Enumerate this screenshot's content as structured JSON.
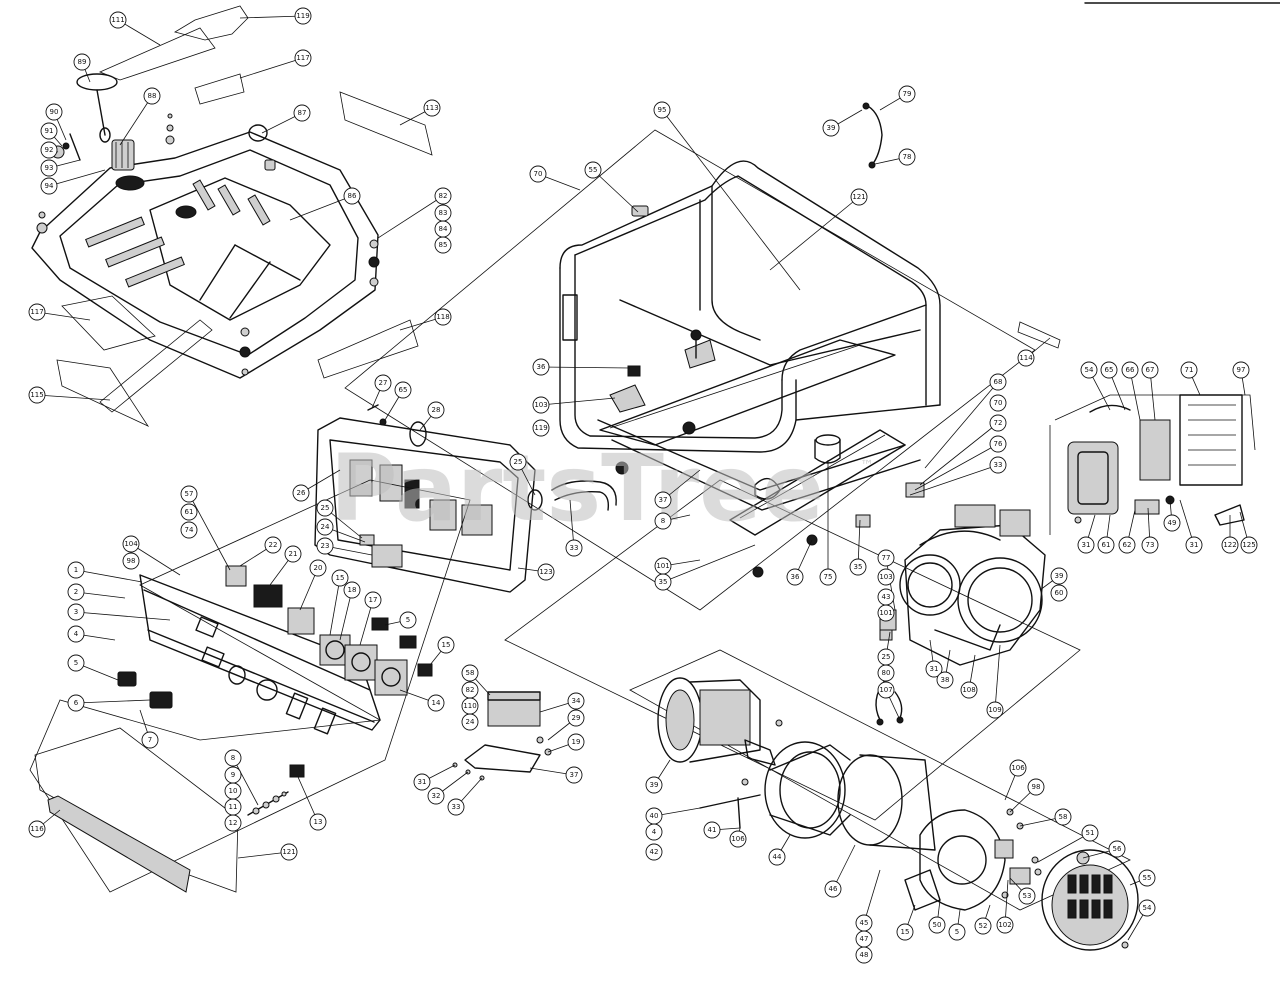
{
  "watermark": {
    "text": "PartsTree",
    "trademark": "™"
  },
  "callouts": {
    "c111": "111",
    "c119": "119",
    "c89": "89",
    "c88": "88",
    "c117a": "117",
    "c90": "90",
    "c91": "91",
    "c92": "92",
    "c93": "93",
    "c94": "94",
    "c87": "87",
    "c113": "113",
    "c86": "86",
    "c82": "82",
    "c83": "83",
    "c84": "84",
    "c85": "85",
    "c118": "118",
    "c117b": "117",
    "c115": "115",
    "c95": "95",
    "c79": "79",
    "c70a": "70",
    "c55a": "55",
    "c78": "78",
    "c39a": "39",
    "c121a": "121",
    "c27": "27",
    "c65a": "65",
    "c28": "28",
    "c36a": "36",
    "c103a": "103",
    "c119b": "119",
    "c25a": "25",
    "c26": "26",
    "c25b": "25",
    "c24a": "24",
    "c23": "23",
    "c123a": "123",
    "c33a": "33",
    "c37a": "37",
    "c8a": "8",
    "c101a": "101",
    "c35a": "35",
    "c36b": "36",
    "c75": "75",
    "c114": "114",
    "c68": "68",
    "c70b": "70",
    "c72": "72",
    "c76": "76",
    "c33b": "33",
    "c35b": "35",
    "c39b": "39",
    "c60": "60",
    "c54": "54",
    "c65b": "65",
    "c66": "66",
    "c67": "67",
    "c71": "71",
    "c97": "97",
    "c31a": "31",
    "c61": "61",
    "c62": "62",
    "c73": "73",
    "c49": "49",
    "c31b": "31",
    "c122": "122",
    "c125": "125",
    "c57": "57",
    "c61b": "61",
    "c74": "74",
    "c22": "22",
    "c21": "21",
    "c104": "104",
    "c98": "98",
    "c1": "1",
    "c2": "2",
    "c3": "3",
    "c4": "4",
    "c5a": "5",
    "c6": "6",
    "c7": "7",
    "c20": "20",
    "c15a": "15",
    "c18": "18",
    "c17": "17",
    "c5b": "5",
    "c15b": "15",
    "c14": "14",
    "c8b": "8",
    "c9": "9",
    "c10": "10",
    "c11": "11",
    "c12": "12",
    "c13": "13",
    "c116": "116",
    "c121b": "121",
    "c58a": "58",
    "c82b": "82",
    "c110": "110",
    "c24b": "24",
    "c34": "34",
    "c29": "29",
    "c19": "19",
    "c31c": "31",
    "c32": "32",
    "c33c": "33",
    "c37b": "37",
    "c77": "77",
    "c103b": "103",
    "c43": "43",
    "c101b": "101",
    "c25c": "25",
    "c80": "80",
    "c107": "107",
    "c31d": "31",
    "c38": "38",
    "c108": "108",
    "c109": "109",
    "c39c": "39",
    "c40": "40",
    "c4b": "4",
    "c42": "42",
    "c41": "41",
    "c106a": "106",
    "c44": "44",
    "c46": "46",
    "c106b": "106",
    "c98b": "98",
    "c58b": "58",
    "c51": "51",
    "c56": "56",
    "c55b": "55",
    "c54b": "54",
    "c53": "53",
    "c102": "102",
    "c52": "52",
    "c5c": "5",
    "c50": "50",
    "c15c": "15",
    "c45": "45",
    "c47": "47",
    "c48": "48"
  }
}
